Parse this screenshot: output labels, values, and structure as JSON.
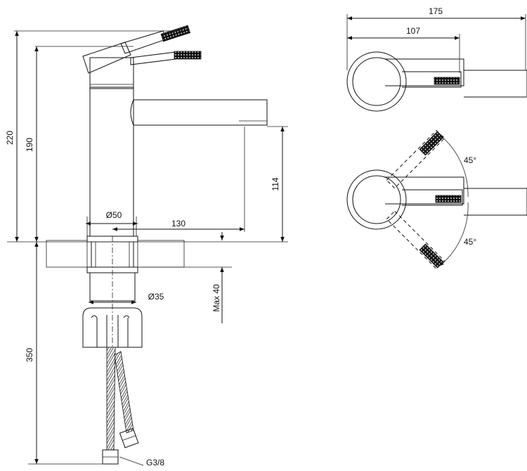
{
  "dimensions": {
    "total_height": "220",
    "spout_height": "190",
    "outlet_clearance": "114",
    "hose_length": "350",
    "body_diameter": "Ø50",
    "spout_reach": "130",
    "shank_diameter": "Ø35",
    "max_deck_thickness": "Max 40",
    "top_width": "175",
    "top_handle_reach": "107",
    "angle_upper": "45°",
    "angle_lower": "45°",
    "connection_thread": "G3/8"
  }
}
